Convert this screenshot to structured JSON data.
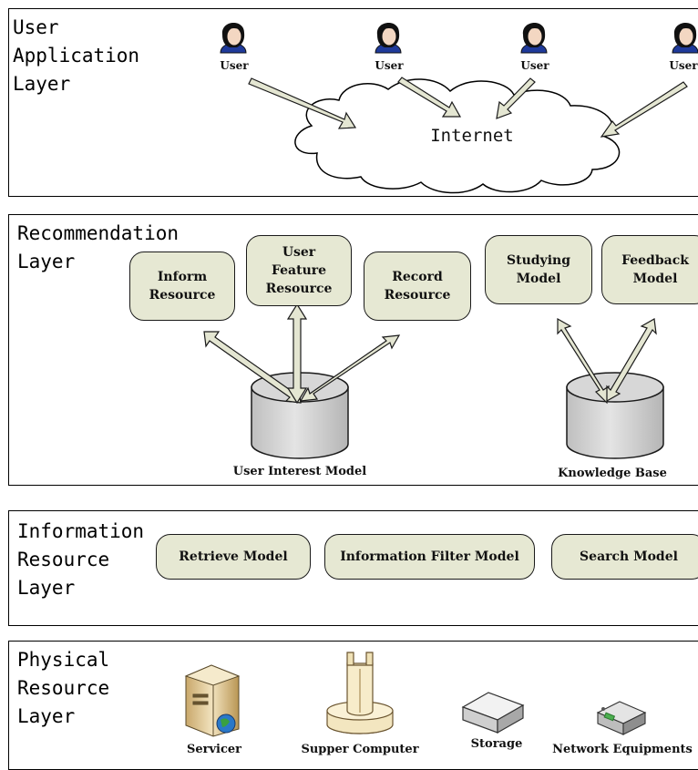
{
  "layers": {
    "user_application": {
      "title": "User\nApplication\nLayer",
      "users": [
        "User",
        "User",
        "User",
        "User"
      ],
      "internet": "Internet"
    },
    "recommendation": {
      "title": "Recommendation\nLayer",
      "inform_resource": "Inform\nResource",
      "user_feature_resource": "User\nFeature\nResource",
      "record_resource": "Record\nResource",
      "studying_model": "Studying\nModel",
      "feedback_model": "Feedback\nModel",
      "user_interest_model": "User Interest Model",
      "knowledge_base": "Knowledge Base"
    },
    "information_resource": {
      "title": "Information\nResource\nLayer",
      "retrieve_model": "Retrieve Model",
      "information_filter_model": "Information Filter Model",
      "search_model": "Search Model"
    },
    "physical_resource": {
      "title": "Physical\nResource\nLayer",
      "servicer": "Servicer",
      "supper_computer": "Supper Computer",
      "storage": "Storage",
      "network_equipments": "Network Equipments"
    }
  },
  "colors": {
    "box_fill": "#e6e8d3",
    "arrow_fill": "#e4e6d2",
    "cylinder_fill": "#d9d9d9",
    "outline": "#1a1a1a"
  }
}
